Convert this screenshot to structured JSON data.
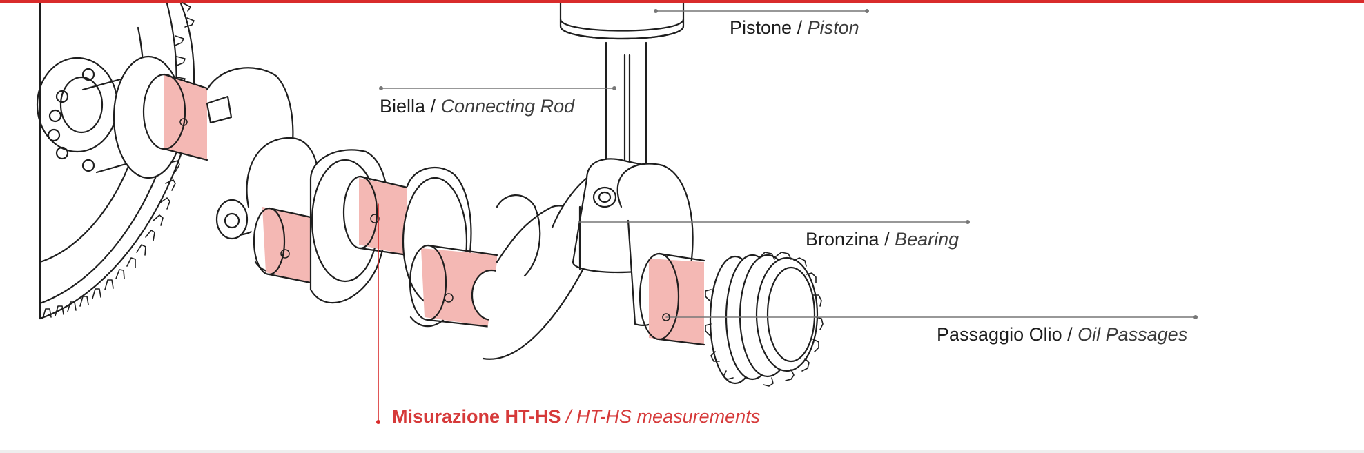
{
  "labels": {
    "piston": {
      "it": "Pistone",
      "en": "Piston"
    },
    "rod": {
      "it": "Biella",
      "en": "Connecting Rod"
    },
    "bearing": {
      "it": "Bronzina",
      "en": "Bearing"
    },
    "oil": {
      "it": "Passaggio Olio",
      "en": "Oil Passages"
    },
    "measure": {
      "it": "Misurazione HT-HS",
      "en": "HT-HS measurements"
    }
  },
  "separator": " / ",
  "colors": {
    "accent": "#d92b2b",
    "journal_fill": "#f4b8b4",
    "line": "#1e1e1e",
    "leader": "#777777"
  },
  "icons": [
    "crankshaft-illustration",
    "flywheel-gear",
    "piston",
    "connecting-rod",
    "timing-gear"
  ]
}
